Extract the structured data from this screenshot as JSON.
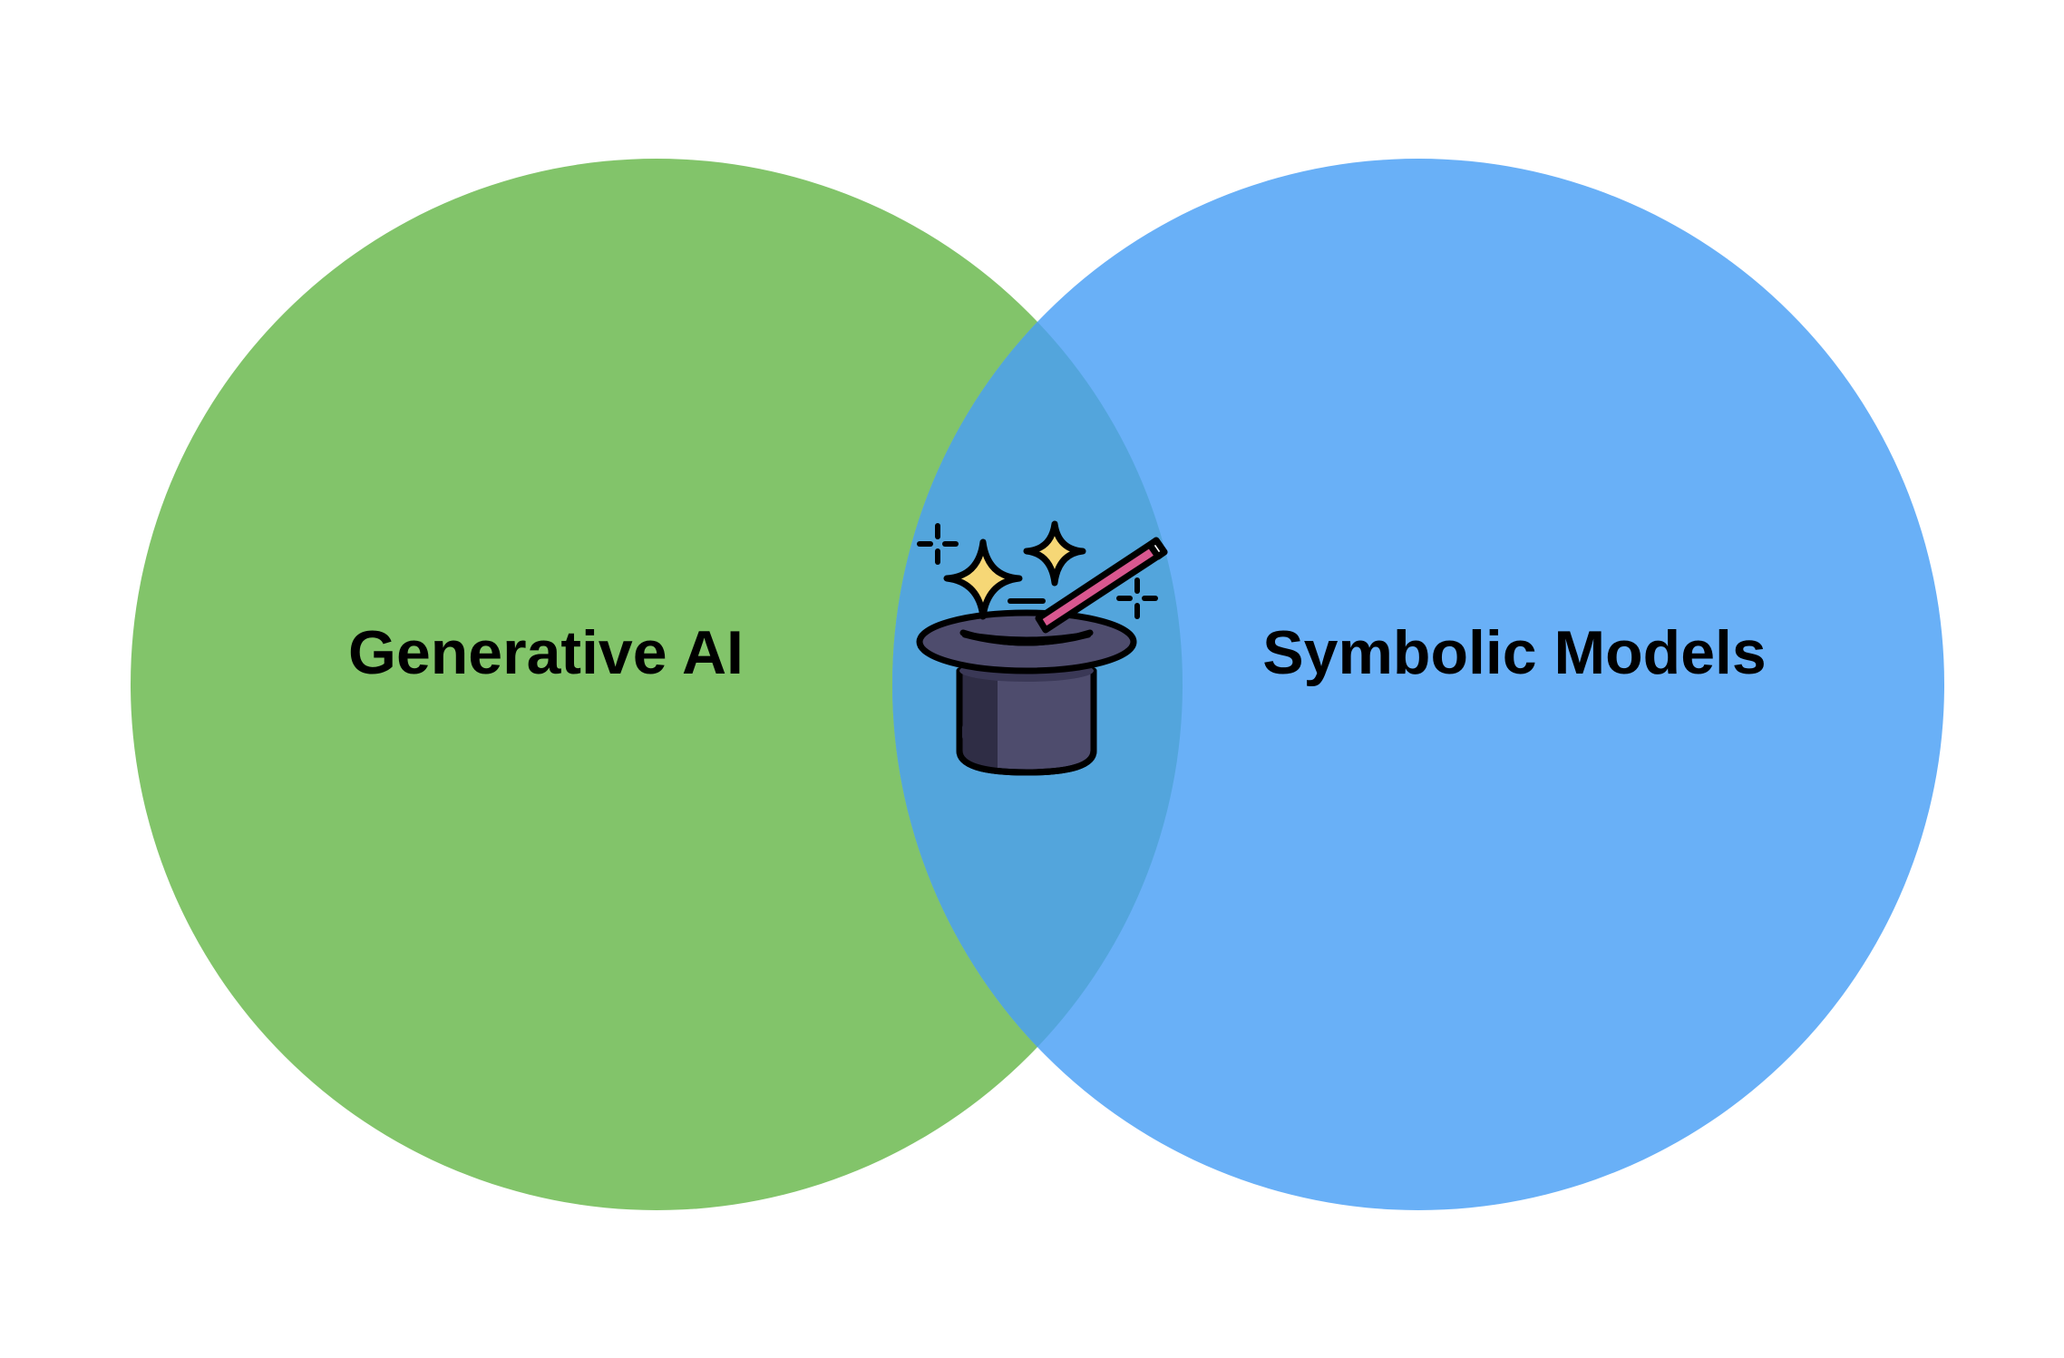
{
  "diagram": {
    "type": "venn",
    "sets": [
      {
        "label": "Generative AI",
        "color": "#82c46a"
      },
      {
        "label": "Symbolic Models",
        "color": "#69b0f7"
      }
    ],
    "intersection": {
      "color": "#53a5dc",
      "icon": "magic-hat-wand-icon"
    }
  },
  "icon_colors": {
    "outline": "#000000",
    "hat_body": "#4e4c6d",
    "hat_shadow": "#2f2d45",
    "sparkle": "#f6d776",
    "wand": "#d9578f",
    "wand_tip": "#ffffff"
  }
}
